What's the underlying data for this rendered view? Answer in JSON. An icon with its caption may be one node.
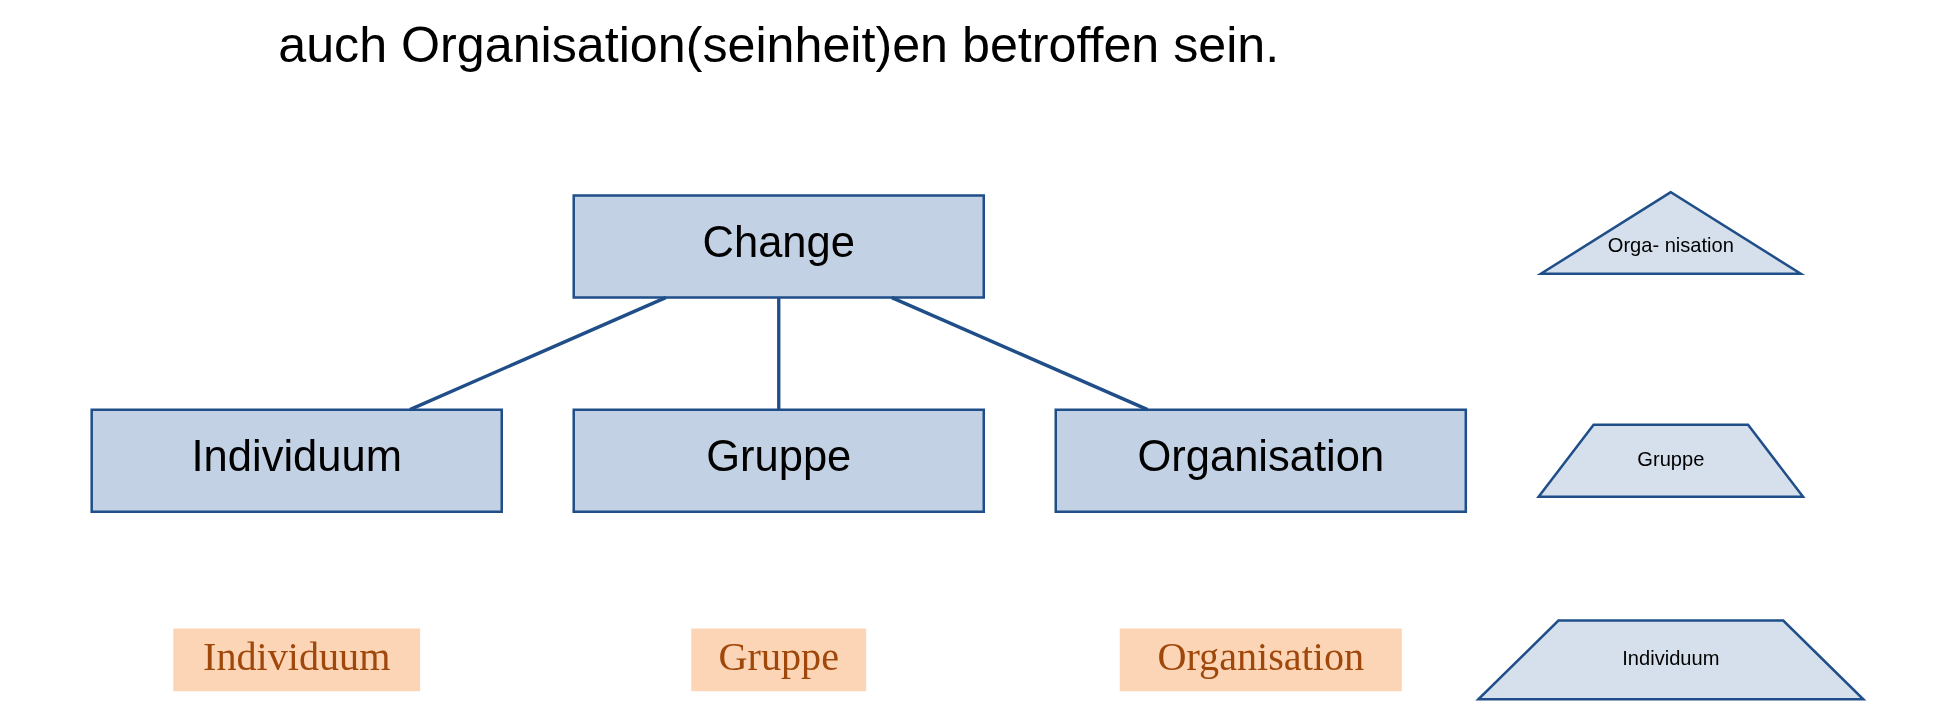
{
  "diagram": {
    "nodes": [
      {
        "text": [
          "Change"
        ]
      },
      {
        "text": [
          "Individuum"
        ]
      },
      {
        "text": [
          "Gruppe"
        ]
      },
      {
        "text": [
          "Organisation"
        ]
      },
      {
        "text": [
          "Orga- nisation"
        ]
      },
      {
        "text": [
          "Gruppe"
        ]
      },
      {
        "text": [
          "Individuum"
        ]
      }
    ],
    "edges": [
      {
        "from": 0,
        "to": 1,
        "arrow": "none"
      },
      {
        "from": 0,
        "to": 2,
        "arrow": "none"
      },
      {
        "from": 0,
        "to": 3,
        "arrow": "none"
      }
    ],
    "labels": [
      "auch Organisation(seinheit)en betroffen sein.",
      "Individuum",
      "Gruppe",
      "Organisation"
    ]
  }
}
